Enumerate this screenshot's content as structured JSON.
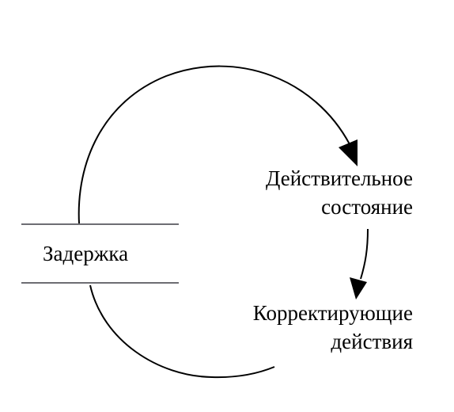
{
  "diagram": {
    "nodes": {
      "actual_state": {
        "line1": "Действительное",
        "line2": "состояние"
      },
      "corrective_actions": {
        "line1": "Корректирующие",
        "line2": "действия"
      },
      "delay": {
        "label": "Задержка"
      }
    },
    "colors": {
      "stroke": "#000000",
      "divider": "#6d6d73",
      "background": "#ffffff"
    }
  }
}
